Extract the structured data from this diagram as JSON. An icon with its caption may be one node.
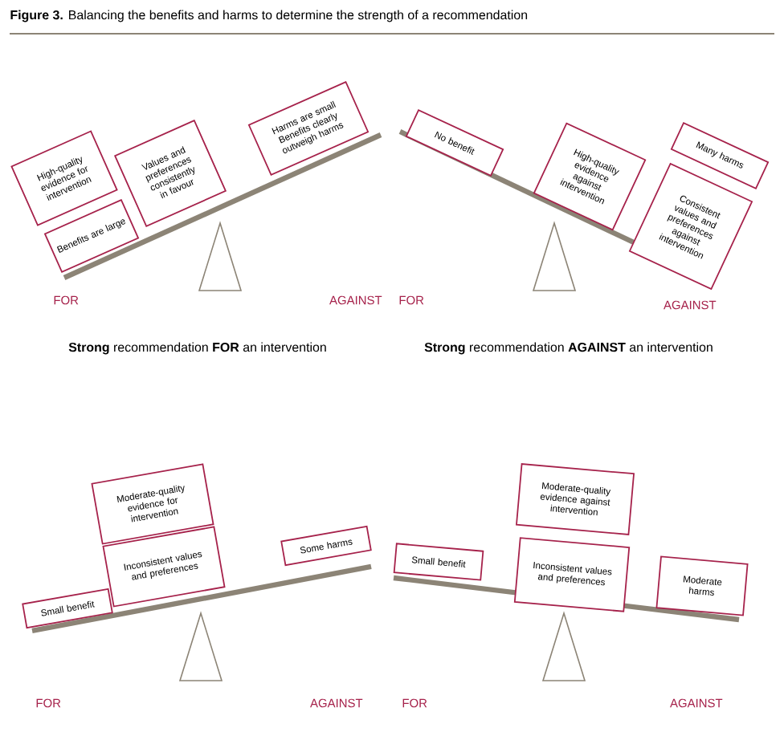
{
  "diagram": {
    "title": "**Figure 3.** Balancing the benefits and harms to determine the strength of a recommendation",
    "nodes": [
      {
        "text": [
          "High-quality evidence for intervention"
        ]
      },
      {
        "text": [
          "Benefits are large"
        ]
      },
      {
        "text": [
          "Values and preferences consistently in favour"
        ]
      },
      {
        "text": [
          "Harms are small",
          "Benefits clearly outweigh harms"
        ]
      },
      {
        "text": [
          "No benefit"
        ]
      },
      {
        "text": [
          "High-quality evidence against intervention"
        ]
      },
      {
        "text": [
          "Many harms"
        ]
      },
      {
        "text": [
          "Consistent values and preferences against intervention"
        ]
      },
      {
        "text": [
          "Moderate-quality evidence for intervention"
        ]
      },
      {
        "text": [
          "Inconsistent values and preferences"
        ]
      },
      {
        "text": [
          "Small benefit"
        ]
      },
      {
        "text": [
          "Some harms"
        ]
      },
      {
        "text": [
          "Moderate-quality evidence against intervention"
        ]
      },
      {
        "text": [
          "Small benefit"
        ]
      },
      {
        "text": [
          "Inconsistent values and preferences"
        ]
      },
      {
        "text": [
          "Moderate harms"
        ]
      }
    ],
    "labels": [
      "FOR",
      "AGAINST",
      "FOR",
      "AGAINST",
      "**Strong** recommendation **FOR** an intervention",
      "**Strong** recommendation **AGAINST** an intervention",
      "FOR",
      "AGAINST",
      "FOR",
      "AGAINST"
    ]
  }
}
